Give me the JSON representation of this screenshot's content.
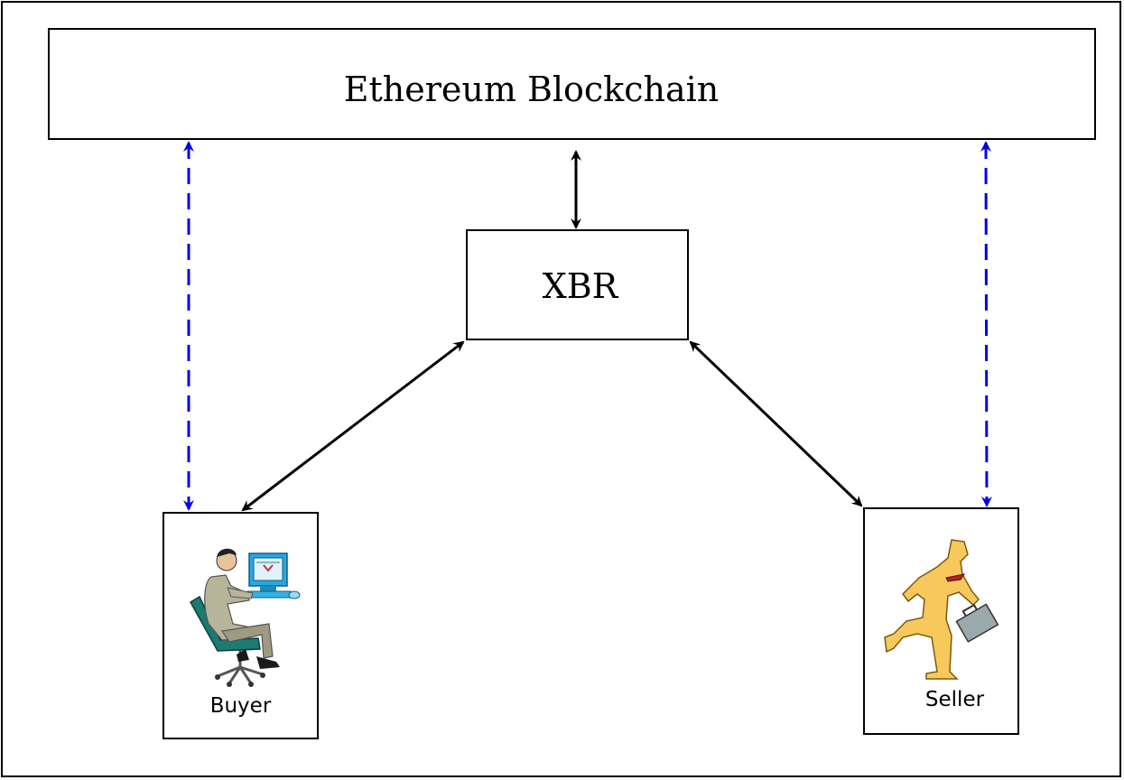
{
  "blockchain": {
    "label": "Ethereum Blockchain"
  },
  "exchange": {
    "label": "XBR"
  },
  "buyer": {
    "label": "Buyer",
    "icon": "person-at-computer-icon"
  },
  "seller": {
    "label": "Seller",
    "icon": "running-businessman-icon"
  },
  "connections": [
    {
      "from": "XBR",
      "to": "Ethereum Blockchain",
      "style": "solid",
      "color": "#000000",
      "direction": "both"
    },
    {
      "from": "XBR",
      "to": "Buyer",
      "style": "solid",
      "color": "#000000",
      "direction": "both"
    },
    {
      "from": "XBR",
      "to": "Seller",
      "style": "solid",
      "color": "#000000",
      "direction": "both"
    },
    {
      "from": "Buyer",
      "to": "Ethereum Blockchain",
      "style": "dashed",
      "color": "#0000ee",
      "direction": "both"
    },
    {
      "from": "Seller",
      "to": "Ethereum Blockchain",
      "style": "dashed",
      "color": "#0000ee",
      "direction": "both"
    }
  ]
}
